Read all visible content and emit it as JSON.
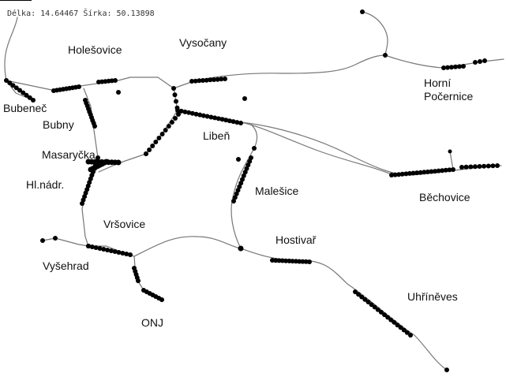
{
  "coordinates": {
    "lon_label": "Délka:",
    "lon_value": "14.64467",
    "lat_label": "Šírka:",
    "lat_value": "50.13898"
  },
  "map": {
    "line_color": "#777777",
    "point_color": "#000000",
    "labels": {
      "holesovice": "Holešovice",
      "vysocany": "Vysočany",
      "horni": "Horní",
      "pocernice": "Počernice",
      "bubenec": "Bubeneč",
      "bubny": "Bubny",
      "liben": "Libeň",
      "masarycka": "Masaryčka",
      "hlnadr": "Hl.nádr.",
      "malesice": "Malešice",
      "bechovice": "Běchovice",
      "vrsovice": "Vršovice",
      "hostivar": "Hostivař",
      "vysehrad": "Vyšehrad",
      "uhrineves": "Uhříněves",
      "onj": "ONJ"
    }
  }
}
